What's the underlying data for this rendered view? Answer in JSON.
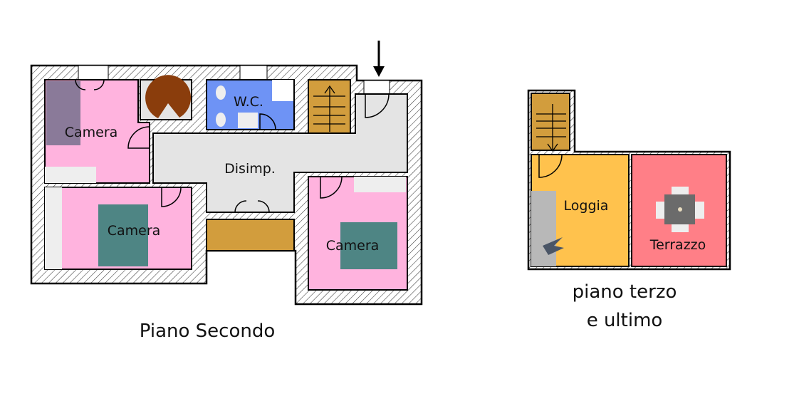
{
  "floor_second": {
    "title": "Piano Secondo",
    "rooms": {
      "bedroom_1": "Camera",
      "bedroom_2": "Camera",
      "bedroom_3": "Camera",
      "bathroom": "W.C.",
      "hallway": "Disimp."
    }
  },
  "floor_third": {
    "title_line1": "piano terzo",
    "title_line2": "e ultimo",
    "rooms": {
      "loggia": "Loggia",
      "terrace": "Terrazzo"
    }
  },
  "colors": {
    "bedroom": "#ffb3de",
    "bathroom": "#6e93f5",
    "hallway": "#e4e4e4",
    "stairs": "#d29d3d",
    "loggia": "#ffc24d",
    "terrace": "#ff7f87",
    "spiral_stair": "#8a3d0c"
  }
}
